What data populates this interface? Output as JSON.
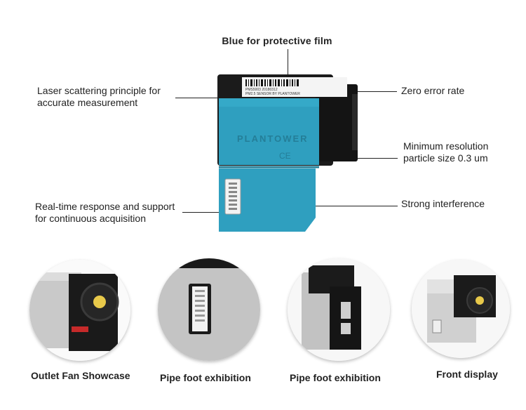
{
  "header": {
    "title": "Blue for protective film"
  },
  "callouts": {
    "left": [
      {
        "line1": "Laser scattering principle for",
        "line2": "accurate measurement"
      },
      {
        "line1": "Real-time response and support",
        "line2": "for continuous acquisition"
      }
    ],
    "right": [
      {
        "line1": "Zero error rate"
      },
      {
        "line1": "Minimum resolution",
        "line2": "particle size 0.3 um"
      },
      {
        "line1": "Strong interference"
      }
    ]
  },
  "product": {
    "brand_text": "PLANTOWER",
    "ce_mark": "CE",
    "label_line1": "PMS5003 20180312",
    "label_line2": "PM2.5 SENSOR BY PLANTOWER",
    "colors": {
      "shell": "#2f9fbf",
      "shell_dark": "#237f99",
      "casing": "#1b1b1b"
    }
  },
  "gallery": [
    {
      "caption": "Outlet Fan Showcase"
    },
    {
      "caption": "Pipe foot exhibition"
    },
    {
      "caption": "Pipe foot exhibition"
    },
    {
      "caption": "Front display"
    }
  ]
}
